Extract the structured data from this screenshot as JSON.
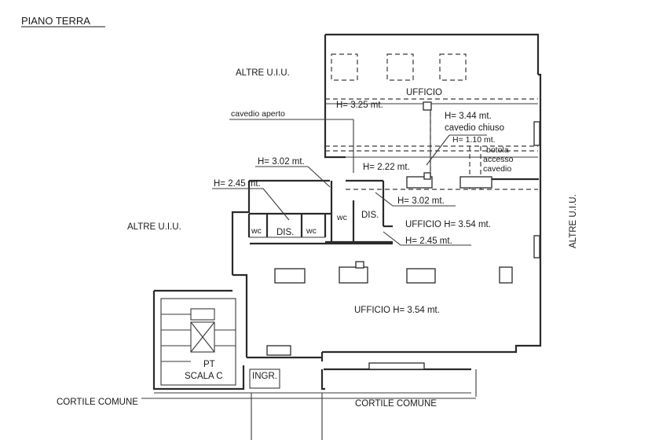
{
  "title": "PIANO TERRA",
  "labels": {
    "altre_uiu_top": "ALTRE U.I.U.",
    "altre_uiu_left": "ALTRE U.I.U.",
    "altre_uiu_right": "ALTRE U.I.U.",
    "ufficio_top": "UFFICIO",
    "h_325": "H= 3.25 mt.",
    "cavedio_aperto": "cavedio aperto",
    "h_344": "H= 3.44 mt.",
    "cavedio_chiuso": "cavedio chiuso",
    "h_110": "H= 1.10 mt.",
    "botola": "botola",
    "accesso": "accesso",
    "cavedio": "cavedio",
    "h_302_a": "H= 3.02 mt.",
    "h_222": "H= 2.22 mt.",
    "h_245_a": "H= 2.45 mt.",
    "h_302_b": "H= 3.02 mt.",
    "wc_1": "wc",
    "dis_1": "DIS.",
    "wc_2": "wc",
    "wc_3": "wc",
    "dis_2": "DIS.",
    "ufficio_mid": "UFFICIO H= 3.54 mt.",
    "h_245_b": "H= 2.45 mt.",
    "ufficio_main": "UFFICIO H= 3.54 mt.",
    "pt": "PT",
    "scala_c": "SCALA C",
    "ingr": "INGR.",
    "cortile_left": "CORTILE COMUNE",
    "cortile_right": "CORTILE COMUNE"
  }
}
